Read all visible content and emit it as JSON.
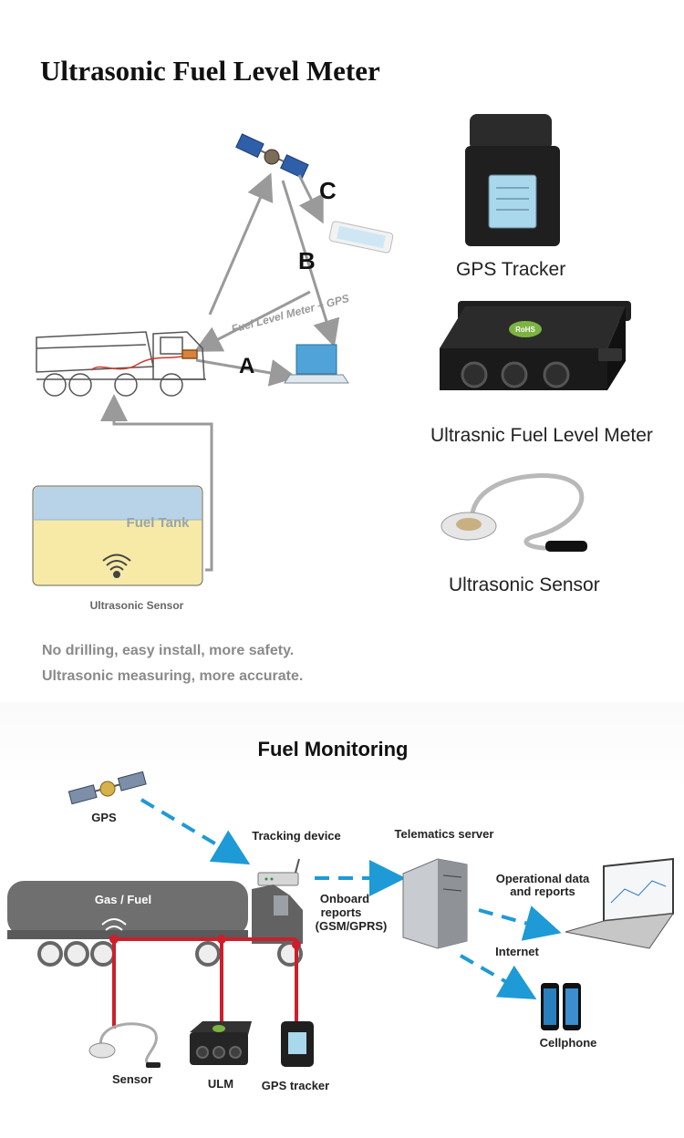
{
  "title": "Ultrasonic Fuel Level Meter",
  "top_diagram": {
    "letter_a": "A",
    "letter_b": "B",
    "letter_c": "C",
    "diagonal_label": "Fuel Level Meter + GPS",
    "tank_label": "Fuel Tank",
    "sensor_label": "Ultrasonic Sensor"
  },
  "products": {
    "gps_tracker": "GPS Tracker",
    "meter": "Ultrasnic Fuel Level Meter",
    "meter_badge": "RoHS",
    "sensor": "Ultrasonic Sensor"
  },
  "benefits": [
    "No drilling, easy install, more safety.",
    "Ultrasonic measuring, more accurate."
  ],
  "fuel_monitoring": {
    "title": "Fuel Monitoring",
    "gps": "GPS",
    "tracking_device": "Tracking device",
    "telematics_server": "Telematics server",
    "gas_fuel": "Gas / Fuel",
    "onboard_1": "Onboard",
    "onboard_2": "reports",
    "onboard_3": "(GSM/GPRS)",
    "operational_1": "Operational data",
    "operational_2": "and reports",
    "internet": "Internet",
    "cellphone": "Cellphone",
    "sensor": "Sensor",
    "ulm": "ULM",
    "gps_tracker": "GPS tracker"
  },
  "colors": {
    "arrow_gray": "#9a9a9a",
    "tank_fuel": "#f6eaa6",
    "tank_air": "#b8d3e8",
    "link_blue": "#1e9ad6",
    "wire_red": "#cc1f2b",
    "tanker_gray": "#6f6f6f"
  }
}
